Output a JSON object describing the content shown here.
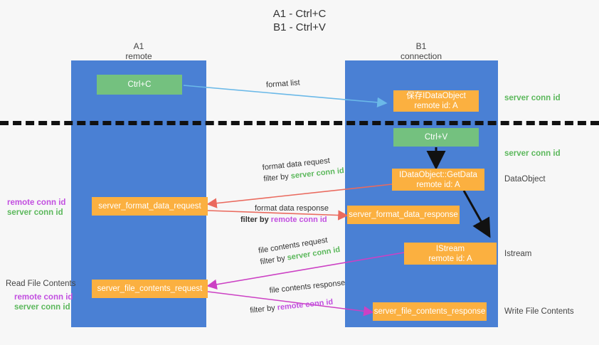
{
  "title": {
    "line1": "A1 - Ctrl+C",
    "line2": "B1 - Ctrl+V"
  },
  "colors": {
    "lane": "#4a80d4",
    "green_box": "#74c17f",
    "orange_box": "#fbb040",
    "server_conn": "#5cb85c",
    "remote_conn": "#c24fe0",
    "arrow_blue": "#6bb9e8",
    "arrow_red": "#ea6a5e",
    "arrow_magenta": "#cc41c4",
    "arrow_black": "#111111",
    "background": "#f7f7f7"
  },
  "lanes": [
    {
      "name": "A1",
      "sub": "remote"
    },
    {
      "name": "B1",
      "sub": "connection"
    }
  ],
  "boxes": {
    "ctrl_c": "Ctrl+C",
    "ctrl_v": "Ctrl+V",
    "idataobject_title": "保存IDataObject",
    "idataobject_sub": "remote id: A",
    "getdata_title": "IDataObject::GetData",
    "getdata_sub": "remote id: A",
    "istream_title": "IStream",
    "istream_sub": "remote id: A",
    "server_format_data_request": "server_format_data_request",
    "server_format_data_response": "server_format_data_response",
    "server_file_contents_request": "server_file_contents_request",
    "server_file_contents_response": "server_file_contents_response"
  },
  "right_labels": [
    {
      "text": "server conn id",
      "kind": "server"
    },
    {
      "text": "server conn id",
      "kind": "server"
    },
    {
      "text": "DataObject",
      "kind": "plain"
    },
    {
      "text": "Istream",
      "kind": "plain"
    },
    {
      "text": "Write File Contents",
      "kind": "plain"
    }
  ],
  "left_labels": {
    "group1_remote": "remote conn id",
    "group1_server": "server conn id",
    "read_file_contents": "Read File Contents",
    "group2_remote": "remote conn id",
    "group2_server": "server conn id"
  },
  "annotations": {
    "format_list": "format list",
    "format_data_request": "format data request",
    "format_data_request_filter_pre": "filter by ",
    "format_data_request_filter_val": "server conn id",
    "format_data_response": "format data response",
    "format_data_response_filter_pre": "filter by ",
    "format_data_response_filter_val": "remote conn id",
    "file_contents_request": "file contents request",
    "file_contents_request_filter_pre": "filter by ",
    "file_contents_request_filter_val": "server conn id",
    "file_contents_response": "file contents response",
    "file_contents_response_filter_pre": "filter by ",
    "file_contents_response_filter_val": "remote conn id"
  }
}
